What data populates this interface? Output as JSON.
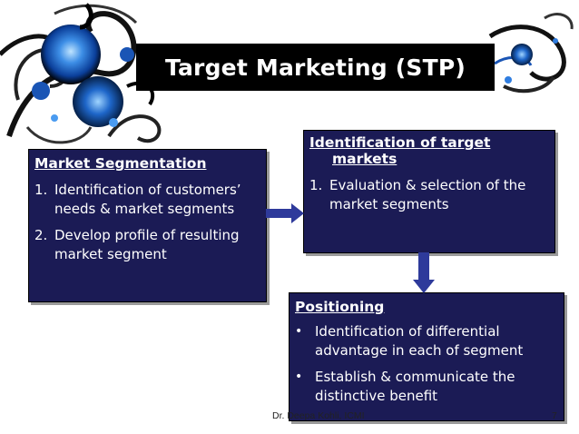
{
  "title": "Target Marketing (STP)",
  "boxes": {
    "market_segmentation": {
      "heading": "Market Segmentation",
      "items": [
        {
          "marker": "1.",
          "lines": [
            "Identification of customers’",
            "needs & market segments"
          ]
        },
        {
          "marker": "2.",
          "lines": [
            "Develop profile of resulting",
            "market segment"
          ]
        }
      ]
    },
    "target_markets": {
      "heading_lines": [
        "Identification of target",
        "markets"
      ],
      "items": [
        {
          "marker": "1.",
          "lines": [
            "Evaluation & selection of the",
            "market segments"
          ]
        }
      ]
    },
    "positioning": {
      "heading": "Positioning",
      "items": [
        {
          "marker": "•",
          "lines": [
            "Identification of differential",
            "advantage in each of segment"
          ]
        },
        {
          "marker": "•",
          "lines": [
            "Establish & communicate the",
            "distinctive benefit"
          ]
        }
      ]
    }
  },
  "footer": {
    "author": "Dr. Deepa Kohli, ICMI",
    "page": "7"
  },
  "colors": {
    "box_fill": "#1b1b55",
    "arrow_fill": "#2e3a9b",
    "title_bar": "#000000"
  }
}
